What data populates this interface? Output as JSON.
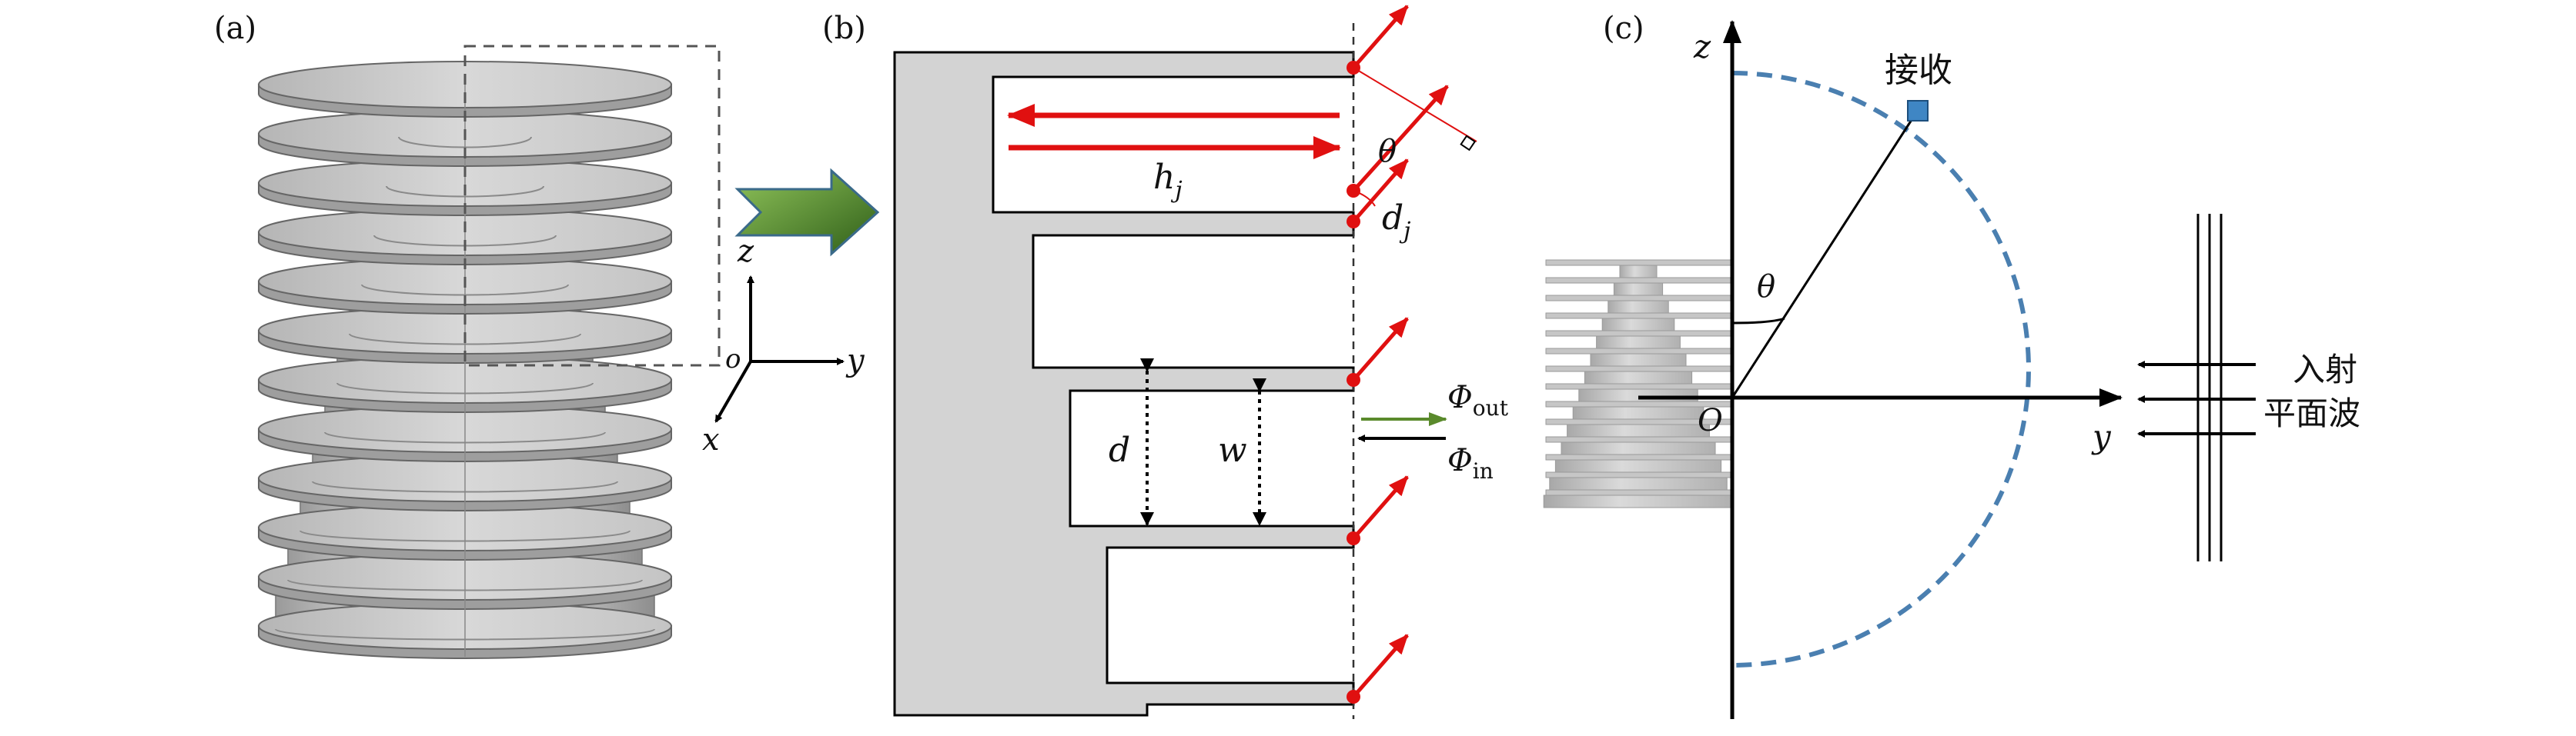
{
  "panel_a": {
    "label": "(a)",
    "axes": {
      "z": "z",
      "o": "o",
      "y": "y",
      "x": "x"
    },
    "disk_count": 12
  },
  "panel_b": {
    "label": "(b)",
    "h": "h",
    "h_sub": "j",
    "d_var": "d",
    "d_sub": "j",
    "theta": "θ",
    "d": "d",
    "w": "w",
    "phi_out": "Φ",
    "phi_out_sub": "out",
    "phi_in": "Φ",
    "phi_in_sub": "in"
  },
  "panel_c": {
    "label": "(c)",
    "z": "z",
    "y": "y",
    "origin": "O",
    "theta": "θ",
    "receive": "接收",
    "incident_line1": "入射",
    "incident_line2": "平面波"
  },
  "colors": {
    "red": "#e01010",
    "gray_fill": "#d3d3d3",
    "dashed_blue": "#4a7fb0",
    "receiver": "#3f86c4",
    "green_arrow": "#5a8a2c"
  }
}
